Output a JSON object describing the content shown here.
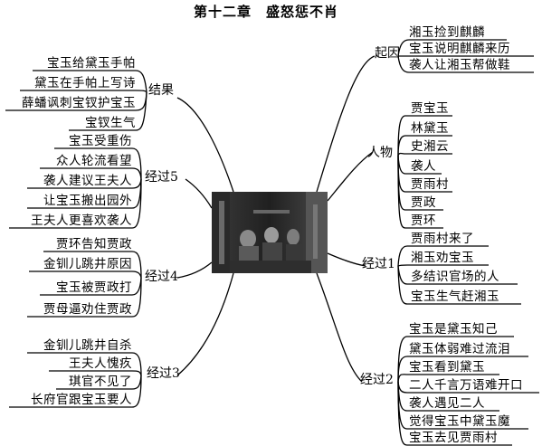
{
  "title": "第十二章　盛怒惩不肖",
  "branches": {
    "qiyin": {
      "label": "起因",
      "items": [
        "湘玉捡到麒麟",
        "宝玉说明麒麟来历",
        "袭人让湘玉帮做鞋"
      ]
    },
    "renwu": {
      "label": "人物",
      "items": [
        "贾宝玉",
        "林黛玉",
        "史湘云",
        "袭人",
        "贾雨村",
        "贾政",
        "贾环"
      ]
    },
    "jingguo1": {
      "label": "经过1",
      "items": [
        "贾雨村来了",
        "湘玉劝宝玉",
        "多结识官场的人",
        "宝玉生气赶湘玉"
      ]
    },
    "jingguo2": {
      "label": "经过2",
      "items": [
        "宝玉是黛玉知己",
        "黛玉体弱难过流泪",
        "宝玉看到黛玉",
        "二人千言万语难开口",
        "袭人遇见二人",
        "觉得宝玉中黛玉魔",
        "宝玉去见贾雨村"
      ]
    },
    "jieguo": {
      "label": "结果",
      "items": [
        "宝玉给黛玉手帕",
        "黛玉在手帕上写诗",
        "薛蟠讽刺宝钗护宝玉",
        "宝钗生气"
      ]
    },
    "jingguo5": {
      "label": "经过5",
      "items": [
        "宝玉受重伤",
        "众人轮流看望",
        "袭人建议王夫人",
        "让宝玉搬出园外",
        "王夫人更喜欢袭人"
      ]
    },
    "jingguo4": {
      "label": "经过4",
      "items": [
        "贾环告知贾政",
        "金钏儿跳井原因",
        "宝玉被贾政打",
        "贾母逼劝住贾政"
      ]
    },
    "jingguo3": {
      "label": "经过3",
      "items": [
        "金钏儿跳井自杀",
        "王夫人愧疚",
        "琪官不见了",
        "长府官跟宝玉要人"
      ]
    }
  }
}
